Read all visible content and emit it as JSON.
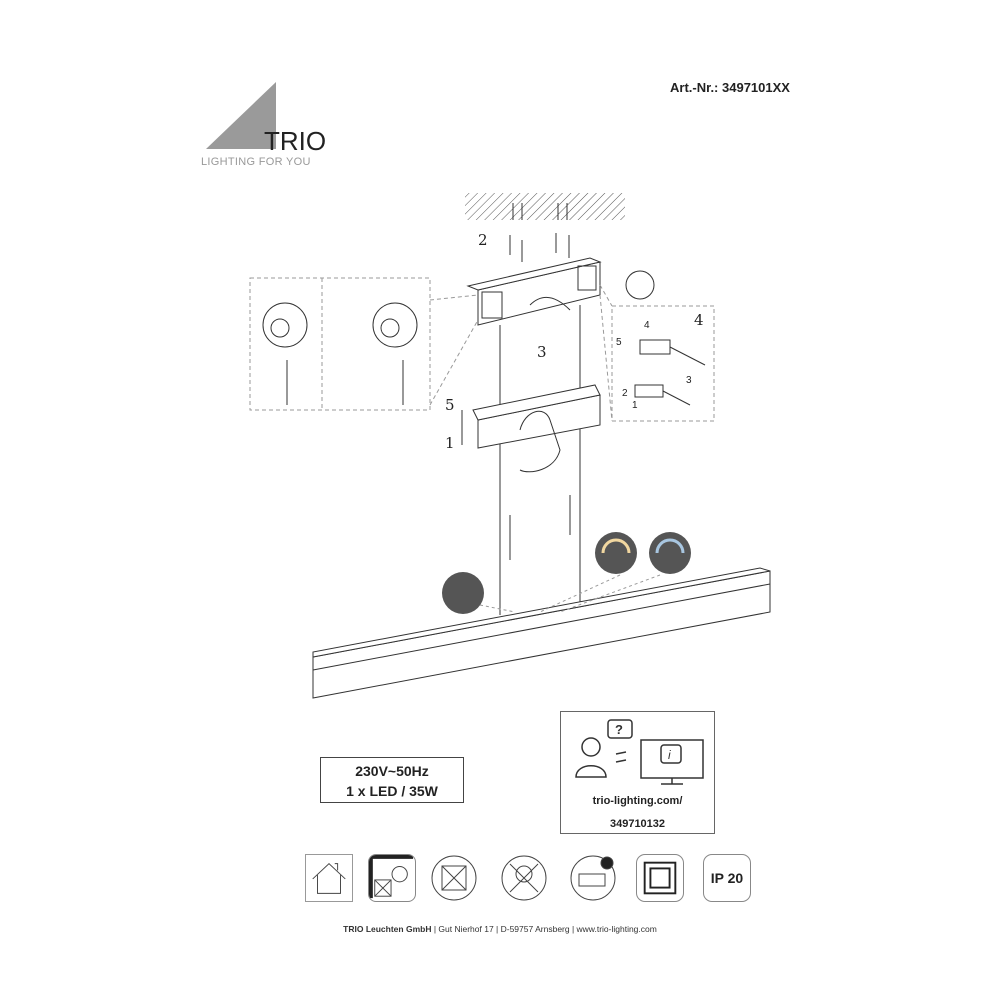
{
  "header": {
    "article_number": "Art.-Nr.: 3497101XX"
  },
  "logo": {
    "name": "TRIO",
    "tagline": "LIGHTING FOR YOU"
  },
  "diagram": {
    "steps": [
      "1",
      "2",
      "3",
      "4",
      "5"
    ],
    "inset_steps": [
      "1",
      "2",
      "3",
      "4",
      "5"
    ],
    "icons": [
      "touch-dimmer-icon",
      "color-temperature-icon",
      "color-temperature-cycle-icon",
      "magnet-icon"
    ]
  },
  "spec": {
    "voltage": "230V~50Hz",
    "bulb": "1 x LED / 35W"
  },
  "support": {
    "url_line1": "trio-lighting.com/",
    "url_line2": "349710132"
  },
  "symbols": [
    "indoor-use-icon",
    "not-for-recessed-icon",
    "not-for-covering-icon",
    "led-not-replaceable-icon",
    "driver-replaceable-icon",
    "protection-class-2-icon"
  ],
  "ip_rating": "IP 20",
  "footer": {
    "company": "TRIO Leuchten GmbH",
    "rest": " | Gut Nierhof 17 | D-59757 Arnsberg | www.trio-lighting.com"
  }
}
